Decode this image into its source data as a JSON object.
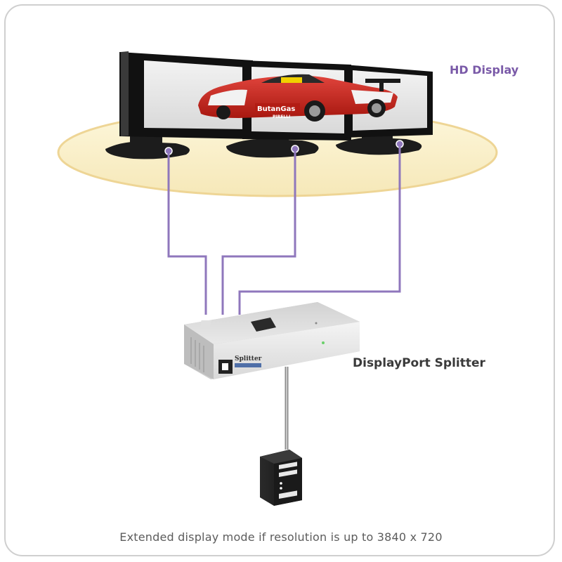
{
  "labels": {
    "hd_display": "HD Display",
    "splitter": "DisplayPort Splitter",
    "caption": "Extended display mode if resolution is up to 3840 x 720"
  },
  "device_text": {
    "splitter_brand": "Splitter",
    "car_sponsor": "ButanGas",
    "car_tire_brand": "PIRELLI"
  },
  "colors": {
    "cable": "#8f77bc",
    "table_fill": "#fbf0c6",
    "table_edge": "#efd896",
    "title_accent": "#7a5aa8",
    "splitter_body": "#e6e6e6"
  },
  "icons": {
    "displayport_logo": "displayport-logo-icon",
    "computer": "computer-tower-icon"
  }
}
